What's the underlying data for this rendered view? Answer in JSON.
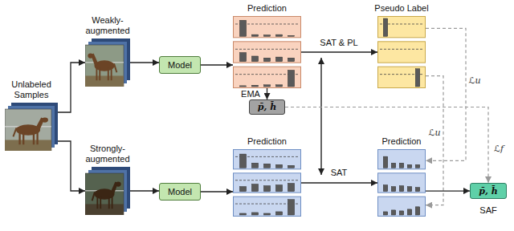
{
  "diagram": {
    "nodes": [
      {
        "text": [
          "Unlabeled Samples"
        ]
      },
      {
        "text": [
          "Weakly-augmented"
        ]
      },
      {
        "text": [
          "Strongly-augmented"
        ]
      },
      {
        "text": [
          "Model"
        ]
      },
      {
        "text": [
          "Model"
        ]
      },
      {
        "text": [
          "Prediction"
        ]
      },
      {
        "text": [
          "Pseudo Label"
        ]
      },
      {
        "text": [
          "p̄, h̄"
        ]
      },
      {
        "text": [
          "Prediction"
        ]
      },
      {
        "text": [
          "Prediction"
        ]
      },
      {
        "text": [
          "p̄, h̄"
        ]
      }
    ],
    "edges": [
      {
        "from": 0,
        "to": 1,
        "arrow": "to"
      },
      {
        "from": 0,
        "to": 2,
        "arrow": "to"
      },
      {
        "from": 1,
        "to": 3,
        "arrow": "to"
      },
      {
        "from": 2,
        "to": 4,
        "arrow": "to"
      },
      {
        "from": 3,
        "to": 5,
        "arrow": "to"
      },
      {
        "from": 4,
        "to": 8,
        "arrow": "to"
      },
      {
        "from": 5,
        "to": 6,
        "label": "SAT & PL",
        "arrow": "to"
      },
      {
        "from": 8,
        "to": 9,
        "label": "SAT",
        "arrow": "to"
      },
      {
        "from": 5,
        "to": 7,
        "label": "EMA",
        "arrow": "to"
      },
      {
        "from": 6,
        "to": 9,
        "label": "ℒu",
        "arrow": "to"
      },
      {
        "from": 6,
        "to": 9,
        "label": "ℒu",
        "arrow": "to"
      },
      {
        "from": 7,
        "to": 10,
        "label": "ℒf",
        "arrow": "to"
      },
      {
        "from": 9,
        "to": 10,
        "arrow": "to"
      }
    ],
    "labels": [
      "SAF"
    ]
  }
}
